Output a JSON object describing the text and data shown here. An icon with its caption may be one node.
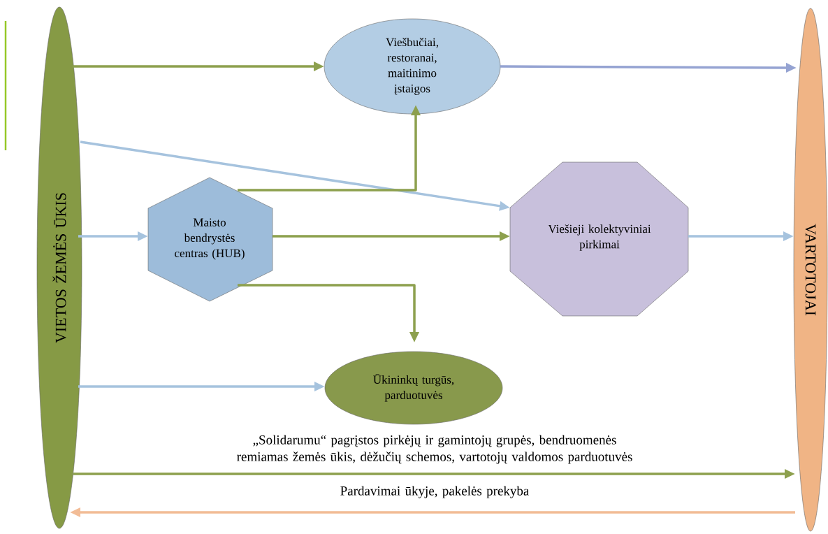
{
  "diagram": {
    "nodes": [
      {
        "text": [
          "VIETOS ŽEMĖS ŪKIS"
        ]
      },
      {
        "text": [
          "Viešbučiai, restoranai, maitinimo įstaigos"
        ]
      },
      {
        "text": [
          "Maisto bendrystės centras (HUB)"
        ]
      },
      {
        "text": [
          "Viešieji kolektyviniai pirkimai"
        ]
      },
      {
        "text": [
          "Ūkininkų turgūs, parduotuvės"
        ]
      },
      {
        "text": [
          "VARTOTOJAI"
        ]
      }
    ],
    "edges": [
      {
        "from": 0,
        "to": 1,
        "arrow": "to"
      },
      {
        "from": 1,
        "to": 5,
        "arrow": "to",
        "color": "#95a3d2"
      },
      {
        "from": 0,
        "to": 3,
        "arrow": "to",
        "color": "#a6c3de"
      },
      {
        "from": 0,
        "to": 2,
        "arrow": "to",
        "color": "#a6c3de"
      },
      {
        "from": 2,
        "to": 1,
        "arrow": "to"
      },
      {
        "from": 2,
        "to": 3,
        "arrow": "to"
      },
      {
        "from": 3,
        "to": 5,
        "arrow": "to",
        "color": "#a6c3de"
      },
      {
        "from": 2,
        "to": 4,
        "arrow": "to"
      },
      {
        "from": 0,
        "to": 4,
        "arrow": "to",
        "color": "#a6c3de"
      },
      {
        "from": 0,
        "to": 5,
        "arrow": "to",
        "label": "„Solidarumu“ pagrįstos pirkėjų ir gamintojų grupės, bendruomenės remiamas žemės ūkis, dėžučių schemos, vartotojų valdomos parduotuvės"
      },
      {
        "from": 5,
        "to": 0,
        "arrow": "to",
        "color": "#f2bc96",
        "label": "Pardavimai ūkyje, pakelės prekyba"
      }
    ]
  }
}
